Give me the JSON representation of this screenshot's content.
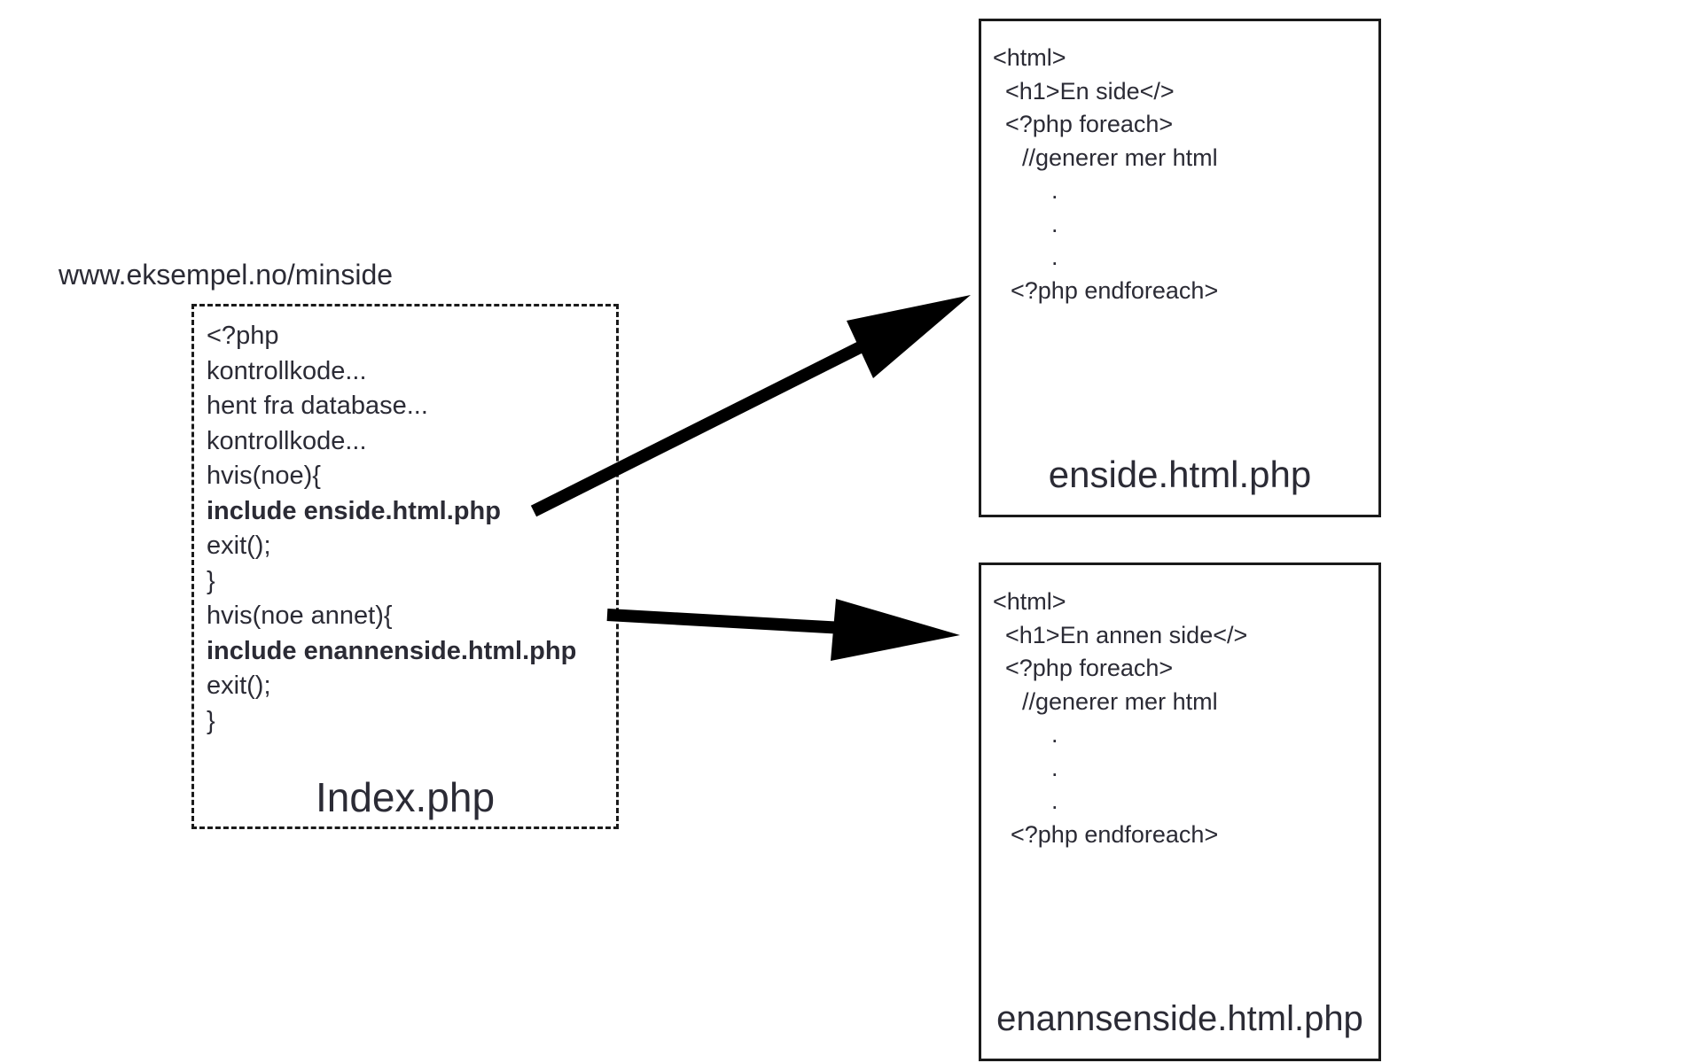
{
  "url_label": "www.eksempel.no/minside",
  "index_file": {
    "caption": "Index.php",
    "lines": [
      {
        "text": "<?php",
        "bold": false
      },
      {
        "text": "kontrollkode...",
        "bold": false
      },
      {
        "text": "hent fra database...",
        "bold": false
      },
      {
        "text": "kontrollkode...",
        "bold": false
      },
      {
        "text": "hvis(noe){",
        "bold": false
      },
      {
        "text": "include enside.html.php",
        "bold": true
      },
      {
        "text": "exit();",
        "bold": false
      },
      {
        "text": "}",
        "bold": false
      },
      {
        "text": "hvis(noe annet){",
        "bold": false
      },
      {
        "text": "include enannenside.html.php",
        "bold": true
      },
      {
        "text": "exit();",
        "bold": false
      },
      {
        "text": "}",
        "bold": false
      }
    ]
  },
  "enside_file": {
    "caption": "enside.html.php",
    "lines": [
      {
        "text": "<html>",
        "indent": 0
      },
      {
        "text": "<h1>En side</>",
        "indent": 1
      },
      {
        "text": "<?php foreach>",
        "indent": 1
      },
      {
        "text": "//generer mer html",
        "indent": 2
      },
      {
        "text": ".",
        "indent": 3
      },
      {
        "text": ".",
        "indent": 3
      },
      {
        "text": ".",
        "indent": 3
      },
      {
        "text": "<?php endforeach>",
        "indent": 4
      }
    ]
  },
  "enannenside_file": {
    "caption": "enannsenside.html.php",
    "lines": [
      {
        "text": "<html>",
        "indent": 0
      },
      {
        "text": "<h1>En annen side</>",
        "indent": 1
      },
      {
        "text": "<?php foreach>",
        "indent": 1
      },
      {
        "text": "//generer mer html",
        "indent": 2
      },
      {
        "text": ".",
        "indent": 3
      },
      {
        "text": ".",
        "indent": 3
      },
      {
        "text": ".",
        "indent": 3
      },
      {
        "text": "<?php endforeach>",
        "indent": 4
      }
    ]
  },
  "colors": {
    "text": "#2b2b35",
    "border": "#1a1a1a",
    "arrow": "#000000"
  }
}
